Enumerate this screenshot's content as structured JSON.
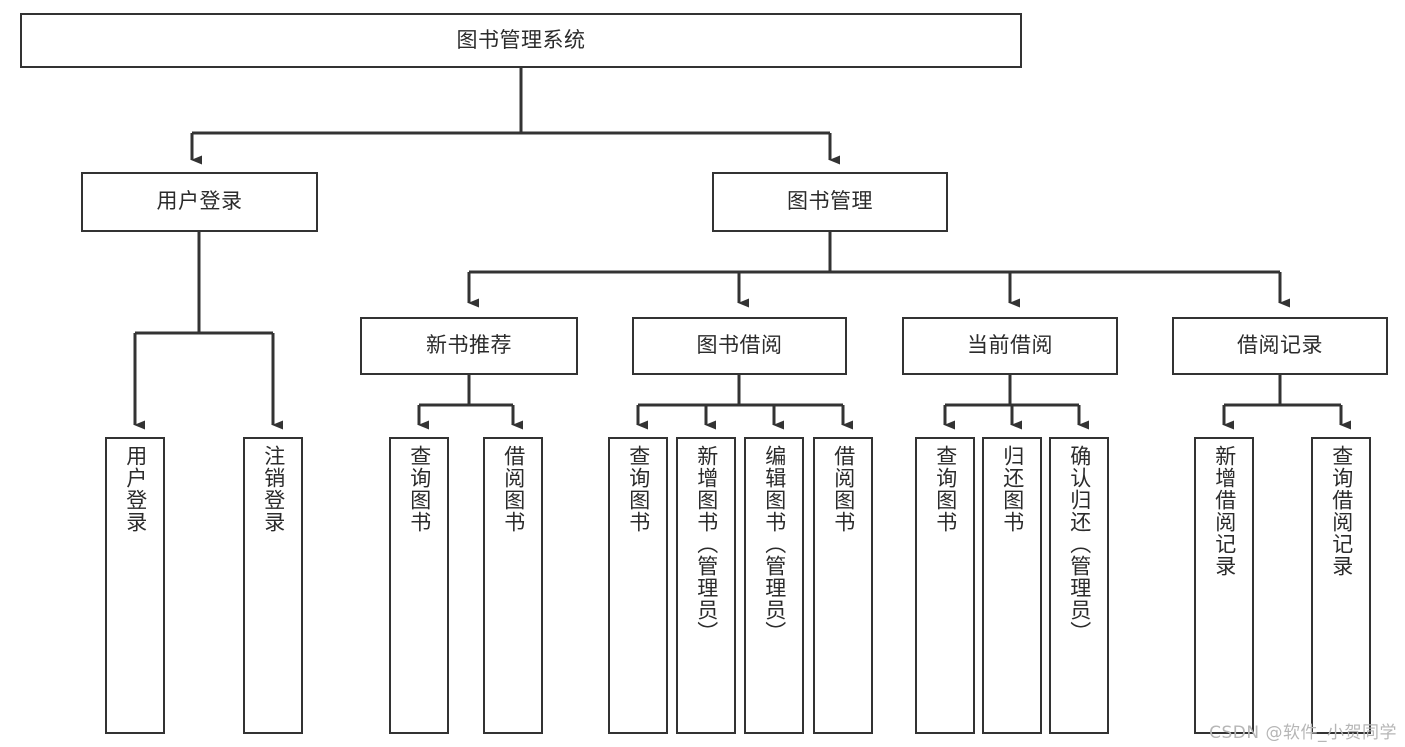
{
  "diagram": {
    "title": "图书管理系统",
    "type": "tree-hierarchy-chart",
    "watermark": "CSDN @软件_小贺同学",
    "colors": {
      "box_border": "#333333",
      "box_fill": "#ffffff",
      "line": "#333333",
      "text": "#2b2b2b",
      "watermark": "#b6b6b6",
      "background": "#ffffff"
    },
    "root": {
      "label": "图书管理系统"
    },
    "level2": [
      {
        "label": "用户登录"
      },
      {
        "label": "图书管理"
      }
    ],
    "level3": [
      {
        "label": "新书推荐"
      },
      {
        "label": "图书借阅"
      },
      {
        "label": "当前借阅"
      },
      {
        "label": "借阅记录"
      }
    ],
    "leaves": {
      "user_login": [
        {
          "label": "用户登录"
        },
        {
          "label": "注销登录"
        }
      ],
      "new_book": [
        {
          "label": "查询图书"
        },
        {
          "label": "借阅图书"
        }
      ],
      "book_borrow": [
        {
          "label": "查询图书"
        },
        {
          "label": "新增图书（管理员）"
        },
        {
          "label": "编辑图书（管理员）"
        },
        {
          "label": "借阅图书"
        }
      ],
      "current_borrow": [
        {
          "label": "查询图书"
        },
        {
          "label": "归还图书"
        },
        {
          "label": "确认归还（管理员）"
        }
      ],
      "borrow_record": [
        {
          "label": "新增借阅记录"
        },
        {
          "label": "查询借阅记录"
        }
      ]
    }
  }
}
